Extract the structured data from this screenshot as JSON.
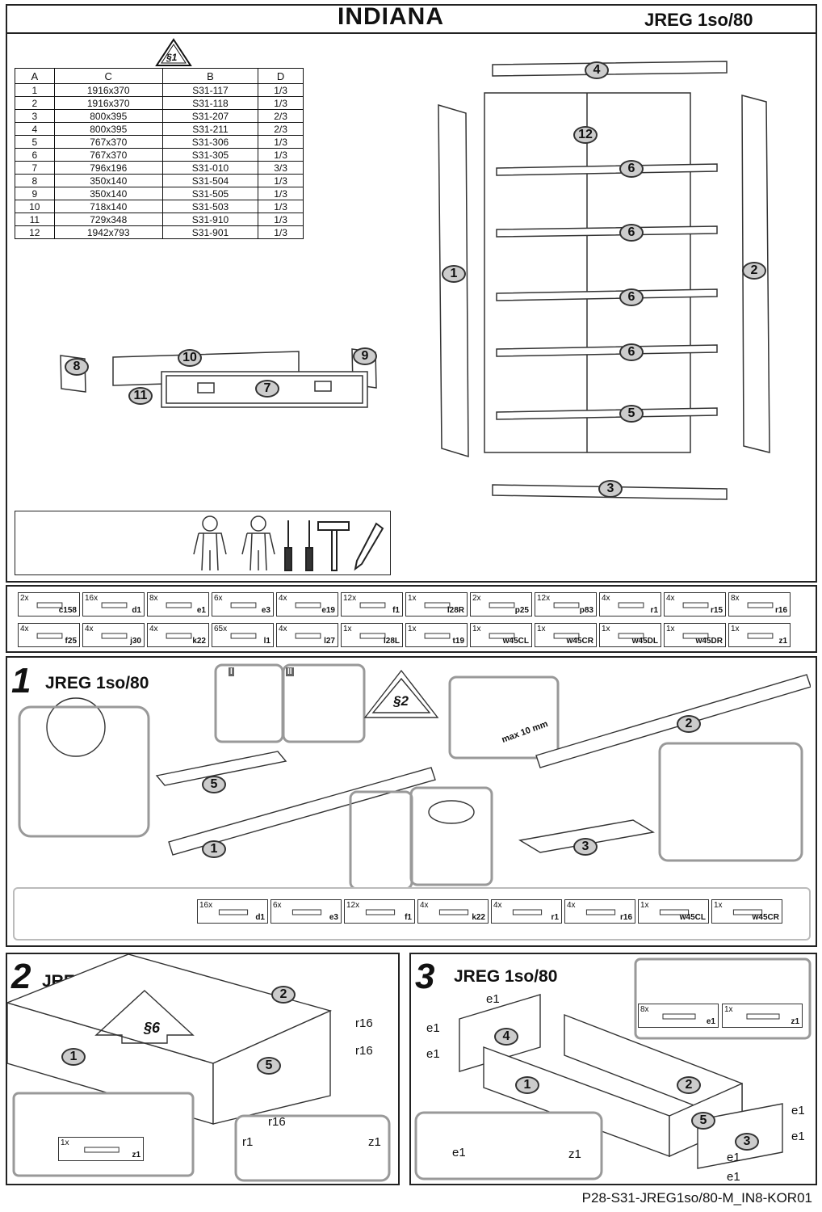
{
  "header": {
    "title": "INDIANA",
    "model": "JREG 1so/80"
  },
  "warning_ref": "§1",
  "parts_table": {
    "headers": [
      "A",
      "C",
      "B",
      "D"
    ],
    "rows": [
      [
        "1",
        "1916x370",
        "S31-117",
        "1/3"
      ],
      [
        "2",
        "1916x370",
        "S31-118",
        "1/3"
      ],
      [
        "3",
        "800x395",
        "S31-207",
        "2/3"
      ],
      [
        "4",
        "800x395",
        "S31-211",
        "2/3"
      ],
      [
        "5",
        "767x370",
        "S31-306",
        "1/3"
      ],
      [
        "6",
        "767x370",
        "S31-305",
        "1/3"
      ],
      [
        "7",
        "796x196",
        "S31-010",
        "3/3"
      ],
      [
        "8",
        "350x140",
        "S31-504",
        "1/3"
      ],
      [
        "9",
        "350x140",
        "S31-505",
        "1/3"
      ],
      [
        "10",
        "718x140",
        "S31-503",
        "1/3"
      ],
      [
        "11",
        "729x348",
        "S31-910",
        "1/3"
      ],
      [
        "12",
        "1942x793",
        "S31-901",
        "1/3"
      ]
    ]
  },
  "exploded_labels": [
    "4",
    "12",
    "6",
    "6",
    "6",
    "6",
    "5",
    "3",
    "1",
    "2",
    "8",
    "10",
    "9",
    "7",
    "11"
  ],
  "hardware_row1": [
    {
      "qty": "2x",
      "code": "c158"
    },
    {
      "qty": "16x",
      "code": "d1"
    },
    {
      "qty": "8x",
      "code": "e1"
    },
    {
      "qty": "6x",
      "code": "e3"
    },
    {
      "qty": "4x",
      "code": "e19"
    },
    {
      "qty": "12x",
      "code": "f1"
    },
    {
      "qty": "1x",
      "code": "l28R"
    },
    {
      "qty": "2x",
      "code": "p25"
    },
    {
      "qty": "12x",
      "code": "p83"
    },
    {
      "qty": "4x",
      "code": "r1"
    },
    {
      "qty": "4x",
      "code": "r15"
    },
    {
      "qty": "8x",
      "code": "r16"
    }
  ],
  "hardware_row2": [
    {
      "qty": "4x",
      "code": "f25"
    },
    {
      "qty": "4x",
      "code": "j30"
    },
    {
      "qty": "4x",
      "code": "k22"
    },
    {
      "qty": "65x",
      "code": "l1"
    },
    {
      "qty": "4x",
      "code": "l27"
    },
    {
      "qty": "1x",
      "code": "l28L"
    },
    {
      "qty": "1x",
      "code": "t19"
    },
    {
      "qty": "1x",
      "code": "w45CL"
    },
    {
      "qty": "1x",
      "code": "w45CR"
    },
    {
      "qty": "1x",
      "code": "w45DL"
    },
    {
      "qty": "1x",
      "code": "w45DR"
    },
    {
      "qty": "1x",
      "code": "z1"
    }
  ],
  "step1": {
    "number": "1",
    "title": "JREG 1so/80",
    "warning_ref": "§2",
    "sub_I": "I",
    "sub_II": "II",
    "max_note": "max 10 mm",
    "hardware": [
      {
        "qty": "16x",
        "code": "d1"
      },
      {
        "qty": "6x",
        "code": "e3"
      },
      {
        "qty": "12x",
        "code": "f1"
      },
      {
        "qty": "4x",
        "code": "k22"
      },
      {
        "qty": "4x",
        "code": "r1"
      },
      {
        "qty": "4x",
        "code": "r16"
      },
      {
        "qty": "1x",
        "code": "w45CL"
      },
      {
        "qty": "1x",
        "code": "w45CR"
      }
    ]
  },
  "step2": {
    "number": "2",
    "title": "JREG 1so/80",
    "warning_ref": "§6",
    "hardware": [
      {
        "qty": "1x",
        "code": "z1"
      }
    ]
  },
  "step3": {
    "number": "3",
    "title": "JREG 1so/80",
    "hardware": [
      {
        "qty": "8x",
        "code": "e1"
      },
      {
        "qty": "1x",
        "code": "z1"
      }
    ]
  },
  "footer": {
    "code": "P28-S31-JREG1so/80-M_IN8-KOR01"
  }
}
